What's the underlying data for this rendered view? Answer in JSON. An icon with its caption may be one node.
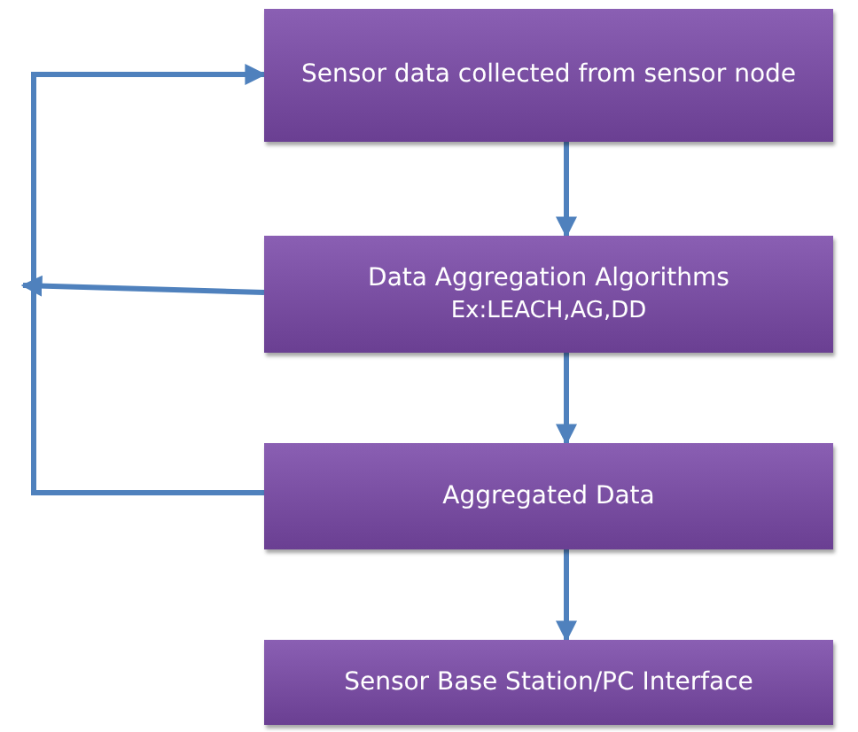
{
  "diagram": {
    "nodes": [
      {
        "text": [
          "Sensor data collected from sensor node"
        ]
      },
      {
        "text": [
          "Data Aggregation Algorithms",
          "Ex:LEACH,AG,DD"
        ]
      },
      {
        "text": [
          "Aggregated Data"
        ]
      },
      {
        "text": [
          "Sensor Base Station/PC Interface"
        ]
      }
    ],
    "edges": [
      {
        "from": 0,
        "to": 1,
        "arrow": "to"
      },
      {
        "from": 1,
        "to": 2,
        "arrow": "to"
      },
      {
        "from": 2,
        "to": 3,
        "arrow": "to"
      },
      {
        "from": 2,
        "to": 0,
        "arrow": "to"
      },
      {
        "from": 1,
        "to": null,
        "arrow": "to"
      }
    ]
  }
}
